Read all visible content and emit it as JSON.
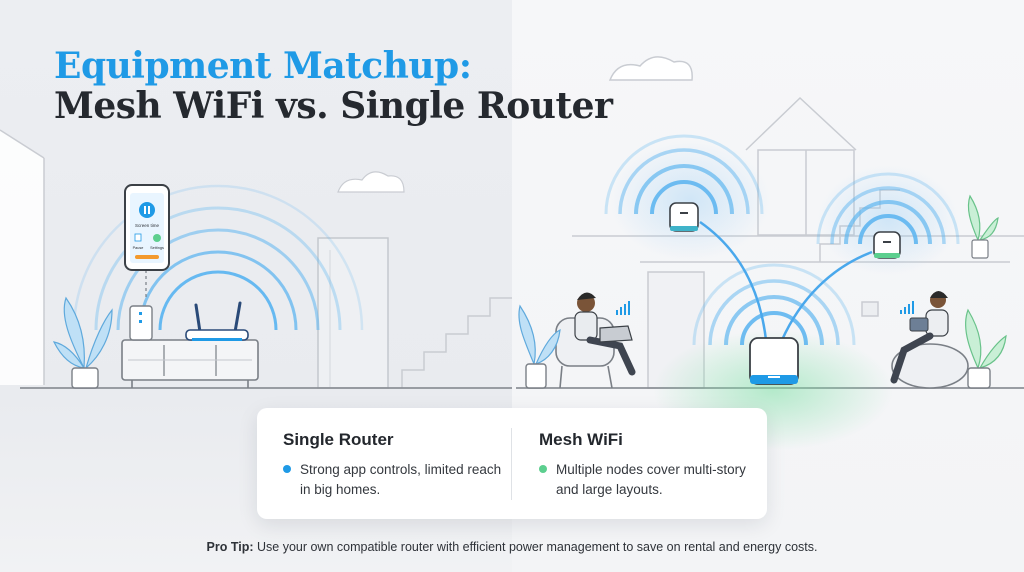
{
  "title": {
    "line1": "Equipment Matchup:",
    "line2": "Mesh WiFi vs. Single Router"
  },
  "phone_app": {
    "heading": "Screen time",
    "pause_label": "Pause",
    "settings_label": "Settings"
  },
  "comparison": {
    "single_router": {
      "heading": "Single Router",
      "description": "Strong app controls, limited reach in big homes.",
      "bullet_color": "#1f9ae6"
    },
    "mesh_wifi": {
      "heading": "Mesh WiFi",
      "description": "Multiple nodes cover multi-story and large layouts.",
      "bullet_color": "#5ccf8f"
    }
  },
  "pro_tip": {
    "label": "Pro Tip:",
    "text": " Use your own compatible router with efficient power management to save on rental and energy costs."
  },
  "colors": {
    "accent_blue": "#1f9ae6",
    "accent_green": "#5ccf8f",
    "ink": "#25292f"
  }
}
